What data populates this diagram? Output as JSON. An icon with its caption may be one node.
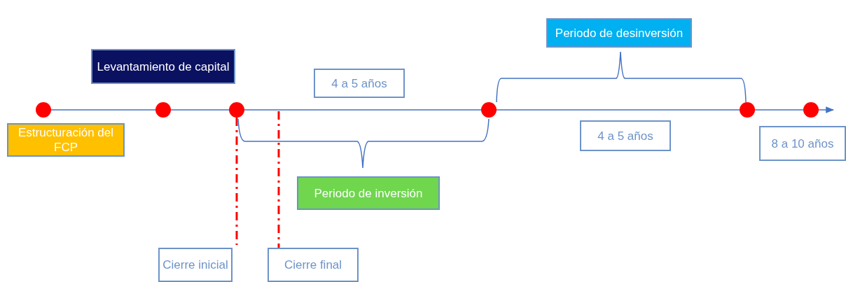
{
  "diagram": {
    "nodes": [
      {
        "text": [
          "Periodo de desinversión"
        ]
      },
      {
        "text": [
          "Levantamiento de capital"
        ]
      },
      {
        "text": [
          "4 a 5 años"
        ]
      },
      {
        "text": [],
        "shape": "circle"
      },
      {
        "text": [],
        "shape": "circle"
      },
      {
        "text": [],
        "shape": "circle"
      },
      {
        "text": [],
        "shape": "circle"
      },
      {
        "text": [],
        "shape": "circle"
      },
      {
        "text": [],
        "shape": "circle"
      },
      {
        "text": [
          "Estructuración del FCP"
        ]
      },
      {
        "text": [
          "4 a 5 años"
        ]
      },
      {
        "text": [
          "8 a 10 años"
        ]
      },
      {
        "text": [
          "Periodo de inversión"
        ]
      },
      {
        "text": [
          "Cierre inicial"
        ]
      },
      {
        "text": [
          "Cierre final"
        ]
      }
    ],
    "edges": [
      {
        "from": 3,
        "to": 4,
        "arrow": "none"
      },
      {
        "from": 4,
        "to": 5,
        "arrow": "none"
      },
      {
        "from": 5,
        "to": 6,
        "arrow": "none"
      },
      {
        "from": 6,
        "to": 7,
        "arrow": "none"
      },
      {
        "from": 7,
        "to": 8,
        "arrow": "none"
      },
      {
        "from": 8,
        "to": null,
        "arrow": "to"
      },
      {
        "from": 5,
        "to": 13,
        "arrow": "none",
        "style": "dashed",
        "color": "#ff0000"
      },
      {
        "from": null,
        "to": 14,
        "arrow": "none",
        "style": "dashed",
        "color": "#ff0000"
      }
    ]
  }
}
